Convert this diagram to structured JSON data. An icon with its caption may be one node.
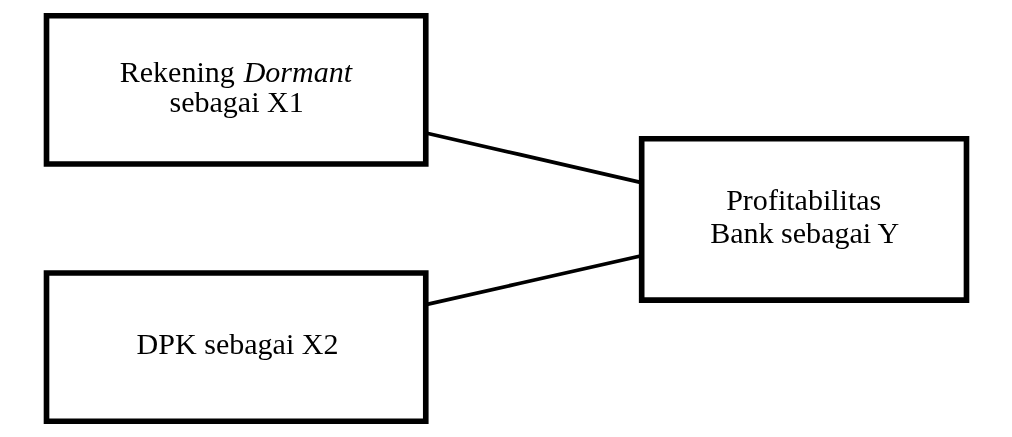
{
  "diagram": {
    "nodes": [
      {
        "text": [
          "Rekening *Dormant* sebagai X1"
        ]
      },
      {
        "text": [
          "DPK sebagai X2"
        ]
      },
      {
        "text": [
          "Profitabilitas Bank sebagai Y"
        ]
      }
    ],
    "edges": [
      {
        "from": 0,
        "to": 2,
        "arrow": "none"
      },
      {
        "from": 1,
        "to": 2,
        "arrow": "none"
      }
    ]
  }
}
